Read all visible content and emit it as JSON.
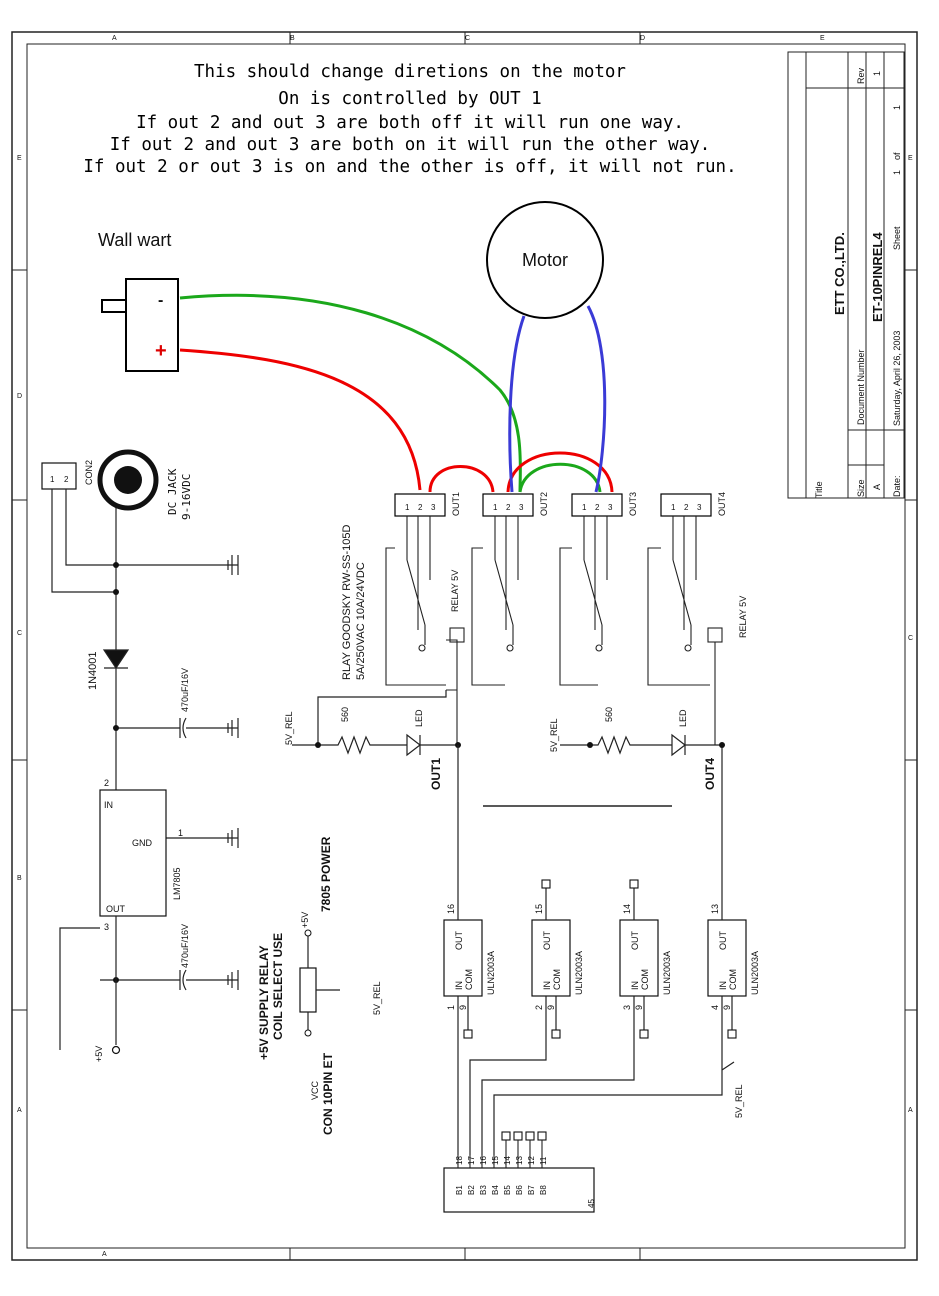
{
  "notes": [
    "This should change diretions on the motor",
    "On is controlled by OUT 1",
    "If out 2 and out 3 are both off it will run one way.",
    "If out 2 and out 3 are both on it will run the other way.",
    "If out 2 or out 3 is on and the other is off, it will not run."
  ],
  "annotations": {
    "wall_wart": "Wall wart",
    "minus": "-",
    "plus": "+",
    "motor": "Motor"
  },
  "title_block": {
    "company": "ETT CO.,LTD.",
    "document_number_label": "Document Number",
    "document_number": "ET-10PINREL4",
    "title_label": "Title",
    "size_label": "Size",
    "size": "A",
    "rev_label": "Rev",
    "rev": "1",
    "date_label": "Date:",
    "date": "Saturday, April 26, 2003",
    "sheet_label": "Sheet",
    "sheet": "1",
    "of_label": "of",
    "of": "1"
  },
  "frame": {
    "col_letters": [
      "A",
      "B",
      "C",
      "D",
      "E"
    ],
    "row_letters": [
      "E",
      "D",
      "C",
      "B",
      "A"
    ]
  },
  "components": {
    "con2": "CON2",
    "dc_jack": "DC JACK",
    "dc_jack_range": "9-16VDC",
    "diode": "1N4001",
    "cap1": "470uF/16V",
    "cap2": "470uF/16V",
    "regulator": "LM7805",
    "reg_in": "IN",
    "reg_gnd": "GND",
    "reg_out": "OUT",
    "pin2": "2",
    "pin1": "1",
    "pin3": "3",
    "plus5v": "+5V",
    "relay_spec1": "RLAY GOODSKY RW-SS-105D",
    "relay_spec2": "5A/250VAC 10A/24VDC",
    "relay5v": "RELAY 5V",
    "resistor": "560",
    "led": "LED",
    "v5rel": "5V_REL",
    "out1": "OUT1",
    "out2": "OUT2",
    "out3": "OUT3",
    "out4": "OUT4",
    "supply1": "+5V SUPPLY RELAY",
    "supply2": "COIL SELECT USE",
    "power7805": "7805 POWER",
    "vcc": "VCC",
    "con10": "CON 10PIN ET",
    "uln": "ULN2003A",
    "uln_in": "IN",
    "uln_com": "COM",
    "uln_out": "OUT",
    "uln_pins_out": [
      "16",
      "15",
      "14",
      "13"
    ],
    "uln_pins_in": [
      "1",
      "2",
      "3",
      "4"
    ],
    "uln_pin9": "9",
    "header_pins": [
      "18",
      "17",
      "16",
      "15",
      "14",
      "13",
      "12",
      "11"
    ],
    "header_labels": [
      "B1",
      "B2",
      "B3",
      "B4",
      "B5",
      "B6",
      "B7",
      "B8"
    ],
    "header_gnd": "45",
    "term_pins": [
      "1",
      "2",
      "3"
    ]
  }
}
